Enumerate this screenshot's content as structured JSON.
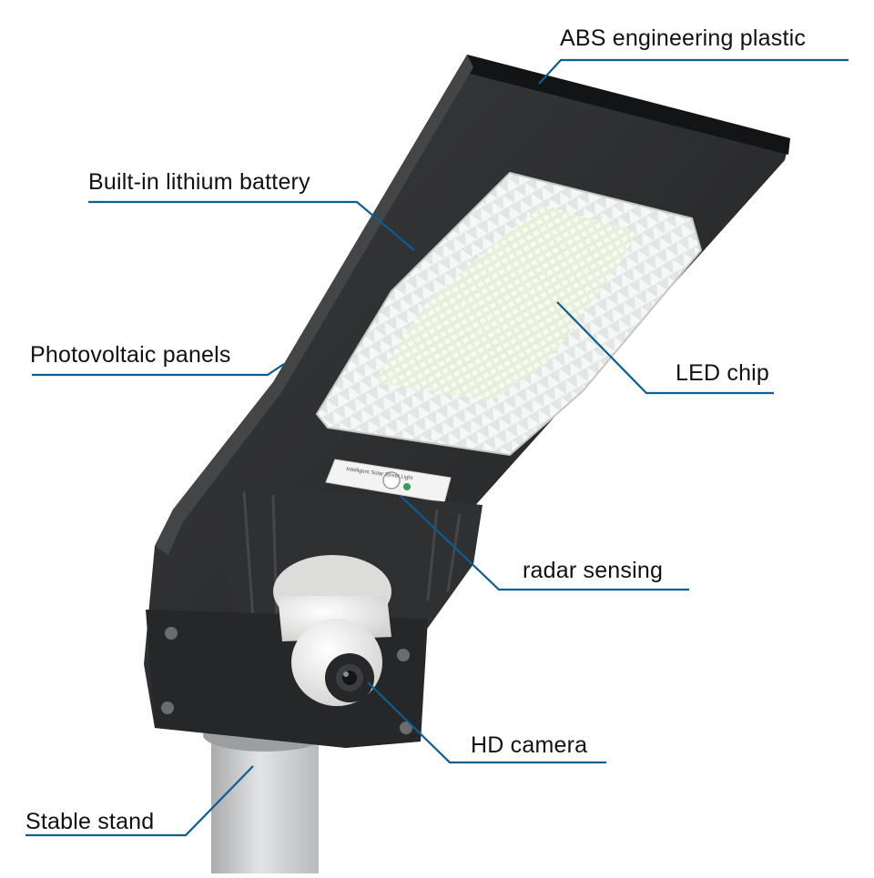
{
  "callouts": {
    "abs_plastic": "ABS engineering plastic",
    "battery": "Built-in lithium battery",
    "photovoltaic": "Photovoltaic panels",
    "led_chip": "LED chip",
    "radar": "radar sensing",
    "camera": "HD camera",
    "stand": "Stable stand"
  },
  "sensor_plate_text": "Intelligent Solar Street Light",
  "colors": {
    "leader_line": "#0e5d8f",
    "housing": "#2a2b2d",
    "housing_edge": "#1a1b1c",
    "led_face": "#eef3e6",
    "pole": "#c9cbcd",
    "camera_body": "#e9e9e7",
    "sensor_dot": "#3a9a57"
  }
}
